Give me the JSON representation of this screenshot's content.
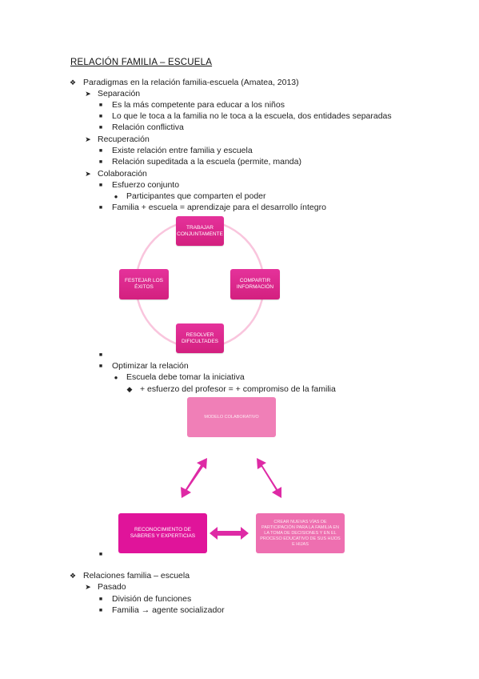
{
  "title": "RELACIÓN FAMILIA – ESCUELA",
  "section1": {
    "heading": "Paradigmas en la relación familia-escuela (Amatea, 2013)",
    "separacion": {
      "label": "Separación",
      "items": [
        "Es la más competente para educar a los niños",
        "Lo que le toca a la familia no le toca a la escuela, dos entidades separadas",
        "Relación conflictiva"
      ]
    },
    "recuperacion": {
      "label": "Recuperación",
      "items": [
        "Existe relación entre familia y escuela",
        "Relación supeditada a la escuela (permite, manda)"
      ]
    },
    "colaboracion": {
      "label": "Colaboración",
      "esfuerzo": "Esfuerzo conjunto",
      "participantes": "Participantes que comparten el poder",
      "familia": "Familia + escuela = aprendizaje para el desarrollo íntegro"
    },
    "cycle": {
      "top": "TRABAJAR CONJUNTAMENTE",
      "right": "COMPARTIR INFORMACIÓN",
      "bottom": "RESOLVER DIFICULTADES",
      "left": "FESTEJAR LOS ÉXITOS"
    },
    "optimizar": "Optimizar la relación",
    "iniciativa": "Escuela debe tomar la iniciativa",
    "esfuerzo_prof": "+ esfuerzo del profesor = + compromiso de la familia",
    "triangle": {
      "top": "MODELO COLABORATIVO",
      "left": "RECONOCIMIENTO DE SABERES Y EXPERTICIAS",
      "right": "CREAR NUEVAS VÍAS DE PARTICIPACIÓN PARA LA FAMILIA EN LA TOMA DE DECISIONES Y EN EL PROCESO EDUCATIVO DE SUS HIJOS E HIJAS"
    }
  },
  "section2": {
    "heading": "Relaciones familia – escuela",
    "pasado": {
      "label": "Pasado",
      "items": [
        "División de funciones",
        "Familia → agente socializador"
      ]
    }
  },
  "colors": {
    "pink": "#e0149a",
    "pink_light": "#f07fb7",
    "arrow": "#de2aa5",
    "circle": "#f9c5dd"
  }
}
